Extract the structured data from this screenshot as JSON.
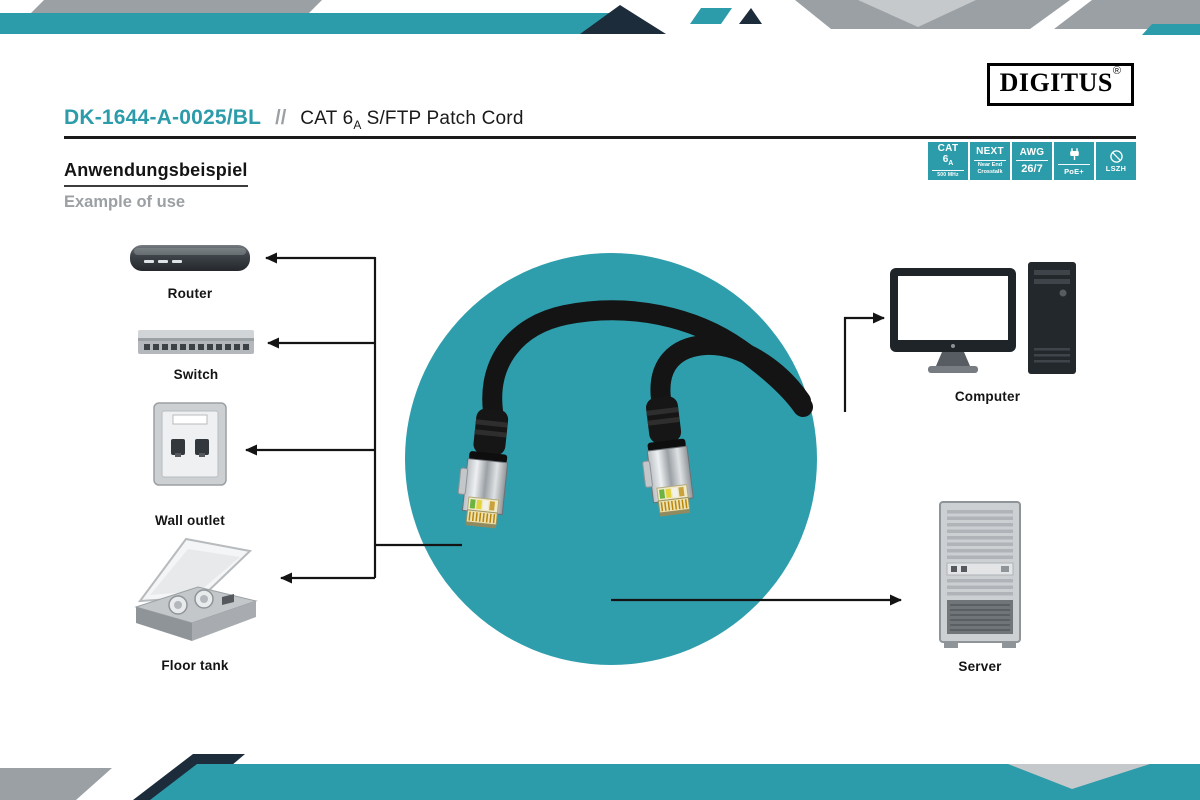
{
  "colors": {
    "accent_teal": "#2D9CAA",
    "band_gray": "#9BA0A4",
    "band_navy": "#1D2C3A",
    "circle_teal": "#2F9EAC"
  },
  "brand": {
    "logo": "DIGITUS",
    "registered": "®"
  },
  "header": {
    "model": "DK-1644-A-0025/BL",
    "separator": "//",
    "product_prefix": "CAT 6",
    "product_sub": "A",
    "product_suffix": "S/FTP Patch Cord"
  },
  "badges": {
    "cat": {
      "top": "CAT",
      "num": "6",
      "num_sub": "A",
      "bottom": "500 MHz"
    },
    "next": {
      "top": "NEXT",
      "mid": "Near End",
      "bottom": "Crosstalk"
    },
    "awg": {
      "top": "AWG",
      "bottom": "26/7"
    },
    "poe": {
      "label": "PoE+"
    },
    "lszh": {
      "label": "LSZH"
    }
  },
  "section": {
    "title_de": "Anwendungsbeispiel",
    "title_en": "Example of use"
  },
  "diagram": {
    "labels": {
      "router": "Router",
      "switch": "Switch",
      "wall_outlet": "Wall outlet",
      "floor_tank": "Floor tank",
      "computer": "Computer",
      "server": "Server"
    }
  }
}
